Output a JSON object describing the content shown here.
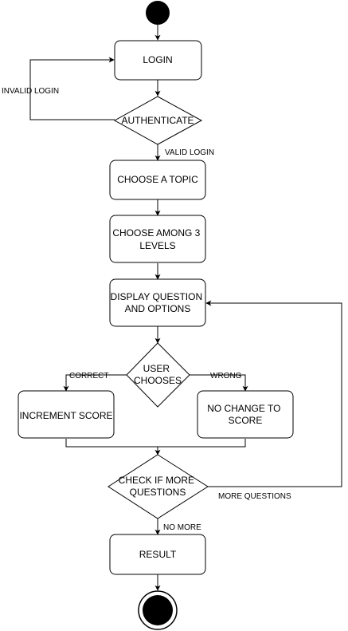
{
  "diagram": {
    "nodes": {
      "login": "LOGIN",
      "authenticate": "AUTHENTICATE",
      "choose_topic": "CHOOSE A TOPIC",
      "choose_level": [
        "CHOOSE AMONG 3",
        "LEVELS"
      ],
      "display_question": [
        "DISPLAY QUESTION",
        "AND OPTIONS"
      ],
      "user_chooses": [
        "USER",
        "CHOOSES"
      ],
      "increment_score": "INCREMENT SCORE",
      "no_change": [
        "NO CHANGE TO",
        "SCORE"
      ],
      "check_more": [
        "CHECK IF MORE",
        "QUESTIONS"
      ],
      "result": "RESULT"
    },
    "edges": {
      "invalid_login": "INVALID LOGIN",
      "valid_login": "VALID LOGIN",
      "correct": "CORRECT",
      "wrong": "WRONG",
      "more_questions": "MORE QUESTIONS",
      "no_more": "NO MORE"
    }
  }
}
